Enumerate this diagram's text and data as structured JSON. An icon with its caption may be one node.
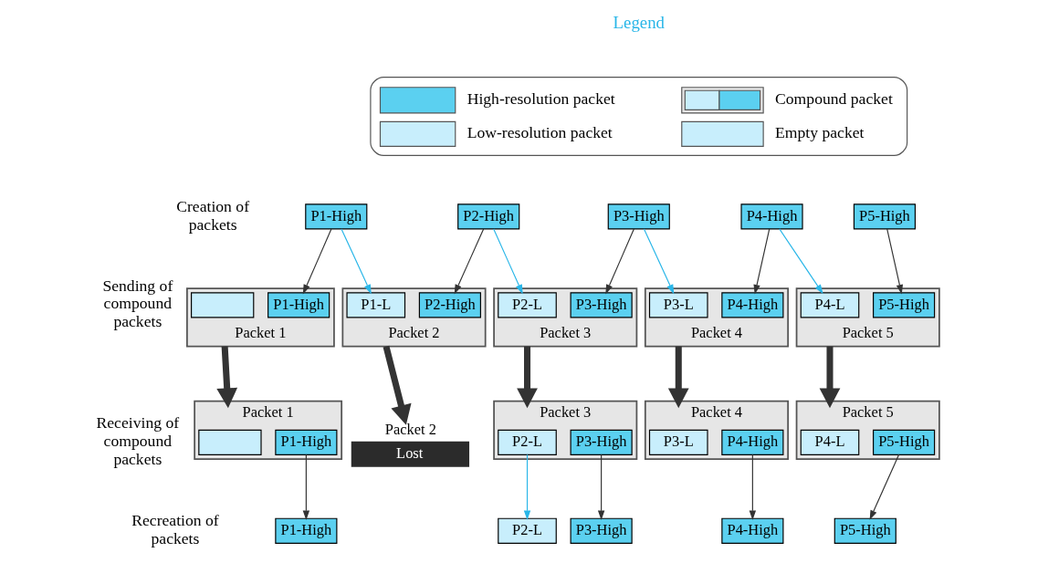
{
  "diagram": {
    "nodes": [
      {
        "text": [
          "P1-High"
        ]
      },
      {
        "text": [
          "P2-High"
        ]
      },
      {
        "text": [
          "P3-High"
        ]
      },
      {
        "text": [
          "P4-High"
        ]
      },
      {
        "text": [
          "P5-High"
        ]
      },
      {
        "text": [],
        "shape": "box",
        "beside": [
          "Packet 1"
        ]
      },
      {
        "text": [],
        "shape": "box",
        "in": 5
      },
      {
        "text": [
          "P1-High"
        ],
        "in": 5
      },
      {
        "text": [],
        "shape": "box",
        "beside": [
          "Packet 2"
        ]
      },
      {
        "text": [
          "P1-L"
        ],
        "in": 8
      },
      {
        "text": [
          "P2-High"
        ],
        "in": 8
      },
      {
        "text": [],
        "shape": "box",
        "beside": [
          "Packet 3"
        ]
      },
      {
        "text": [
          "P2-L"
        ],
        "in": 11
      },
      {
        "text": [
          "P3-High"
        ],
        "in": 11
      },
      {
        "text": [],
        "shape": "box",
        "beside": [
          "Packet 4"
        ]
      },
      {
        "text": [
          "P3-L"
        ],
        "in": 14
      },
      {
        "text": [
          "P4-High"
        ],
        "in": 14
      },
      {
        "text": [],
        "shape": "box",
        "beside": [
          "Packet 5"
        ]
      },
      {
        "text": [
          "P4-L"
        ],
        "in": 17
      },
      {
        "text": [
          "P5-High"
        ],
        "in": 17
      },
      {
        "text": [],
        "shape": "box",
        "beside": [
          "Packet 1"
        ]
      },
      {
        "text": [],
        "shape": "box",
        "in": 20
      },
      {
        "text": [
          "P1-High"
        ],
        "in": 20
      },
      {
        "text": [
          "Lost"
        ],
        "beside": [
          "Packet 2"
        ]
      },
      {
        "text": [],
        "shape": "box",
        "beside": [
          "Packet 3"
        ]
      },
      {
        "text": [
          "P2-L"
        ],
        "in": 24
      },
      {
        "text": [
          "P3-High"
        ],
        "in": 24
      },
      {
        "text": [],
        "shape": "box",
        "beside": [
          "Packet 4"
        ]
      },
      {
        "text": [
          "P3-L"
        ],
        "in": 27
      },
      {
        "text": [
          "P4-High"
        ],
        "in": 27
      },
      {
        "text": [],
        "shape": "box",
        "beside": [
          "Packet 5"
        ]
      },
      {
        "text": [
          "P4-L"
        ],
        "in": 30
      },
      {
        "text": [
          "P5-High"
        ],
        "in": 30
      },
      {
        "text": [
          "P1-High"
        ]
      },
      {
        "text": [
          "P2-L"
        ]
      },
      {
        "text": [
          "P3-High"
        ]
      },
      {
        "text": [
          "P4-High"
        ]
      },
      {
        "text": [
          "P5-High"
        ]
      }
    ],
    "edges": [
      {
        "from": 0,
        "to": 7,
        "arrow": "to"
      },
      {
        "from": 0,
        "to": 9,
        "arrow": "to",
        "color": "#29b6e8"
      },
      {
        "from": 1,
        "to": 10,
        "arrow": "to"
      },
      {
        "from": 1,
        "to": 12,
        "arrow": "to",
        "color": "#29b6e8"
      },
      {
        "from": 2,
        "to": 13,
        "arrow": "to"
      },
      {
        "from": 2,
        "to": 15,
        "arrow": "to",
        "color": "#29b6e8"
      },
      {
        "from": 3,
        "to": 16,
        "arrow": "to"
      },
      {
        "from": 3,
        "to": 18,
        "arrow": "to",
        "color": "#29b6e8"
      },
      {
        "from": 4,
        "to": 19,
        "arrow": "to"
      },
      {
        "from": 5,
        "to": 20,
        "arrow": "to",
        "style": "thick"
      },
      {
        "from": 8,
        "to": 23,
        "arrow": "to",
        "style": "thick"
      },
      {
        "from": 11,
        "to": 24,
        "arrow": "to",
        "style": "thick"
      },
      {
        "from": 14,
        "to": 27,
        "arrow": "to",
        "style": "thick"
      },
      {
        "from": 17,
        "to": 30,
        "arrow": "to",
        "style": "thick"
      },
      {
        "from": 22,
        "to": 33,
        "arrow": "to"
      },
      {
        "from": 25,
        "to": 34,
        "arrow": "to",
        "color": "#29b6e8"
      },
      {
        "from": 26,
        "to": 35,
        "arrow": "to"
      },
      {
        "from": 29,
        "to": 36,
        "arrow": "to"
      },
      {
        "from": 32,
        "to": 37,
        "arrow": "to"
      }
    ],
    "labels": [
      "Legend",
      "Creation of packets",
      "Sending of compound packets",
      "Receiving of compound packets",
      "Recreation of packets"
    ],
    "legend": [
      {
        "text": "High-resolution packet",
        "color": "#5bd0f0"
      },
      {
        "text": "Compound packet"
      },
      {
        "text": "Low-resolution packet",
        "color": "#c8eefc"
      },
      {
        "text": "Empty packet",
        "color": "#c8eefc"
      }
    ]
  }
}
